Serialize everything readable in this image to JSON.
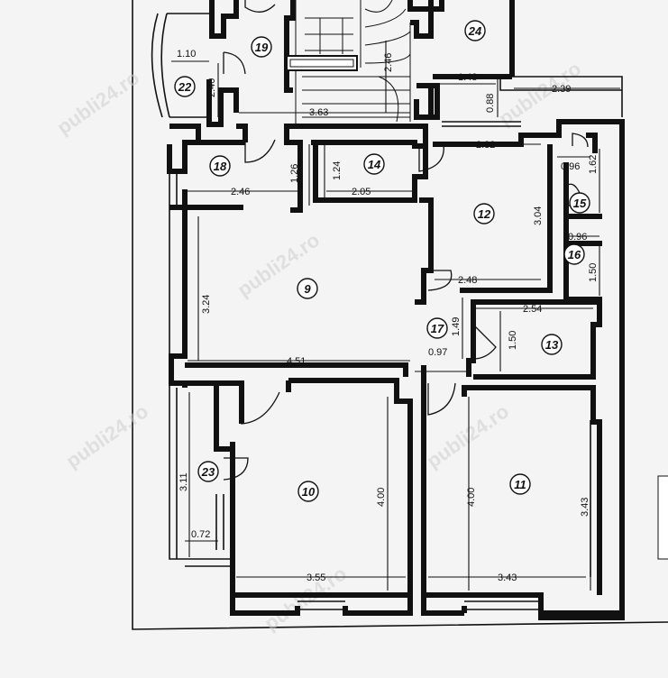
{
  "rooms": {
    "r9": "9",
    "r10": "10",
    "r11": "11",
    "r12": "12",
    "r13": "13",
    "r14": "14",
    "r15": "15",
    "r16": "16",
    "r17": "17",
    "r18": "18",
    "r19": "19",
    "r22": "22",
    "r23": "23",
    "r24": "24"
  },
  "dimensions": {
    "d110": "1.10",
    "d240": "2.40",
    "d246a": "2.46",
    "d363": "3.63",
    "d143": "1.43",
    "d088": "0.88",
    "d239": "2.39",
    "d126": "1.26",
    "d124": "1.24",
    "d232": "2.32",
    "d246b": "2.46",
    "d205": "2.05",
    "d304": "3.04",
    "d096a": "0.96",
    "d162": "1.62",
    "d096b": "0.96",
    "d150a": "1.50",
    "d248": "2.48",
    "d324": "3.24",
    "d254": "2.54",
    "d149": "1.49",
    "d150b": "1.50",
    "d451": "4.51",
    "d097": "0.97",
    "d311": "3.11",
    "d400a": "4.00",
    "d400b": "4.00",
    "d343a": "3.43",
    "d072": "0.72",
    "d355": "3.55",
    "d343b": "3.43"
  },
  "watermark": "publi24.ro"
}
